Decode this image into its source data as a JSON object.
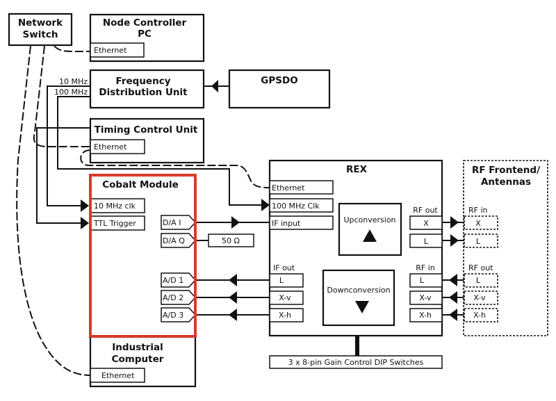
{
  "diagram": {
    "blocks": {
      "network_switch": {
        "title_line1": "Network",
        "title_line2": "Switch"
      },
      "node_controller": {
        "title_line1": "Node Controller",
        "title_line2": "PC",
        "port": "Ethernet"
      },
      "freq_dist": {
        "title_line1": "Frequency",
        "title_line2": "Distribution Unit",
        "out_10": "10 MHz",
        "out_100": "100 MHz"
      },
      "gpsdo": {
        "title": "GPSDO"
      },
      "timing_control": {
        "title": "Timing Control Unit",
        "port": "Ethernet"
      },
      "cobalt": {
        "title": "Cobalt Module",
        "inputs": [
          "10 MHz clk",
          "TTL Trigger"
        ],
        "dac": [
          "D/A I",
          "D/A Q"
        ],
        "adc": [
          "A/D 1",
          "A/D 2",
          "A/D 3"
        ],
        "highlight_color": "#d93a2b"
      },
      "termination": {
        "label": "50 Ω"
      },
      "industrial_computer": {
        "title_line1": "Industrial",
        "title_line2": "Computer",
        "port": "Ethernet"
      },
      "rex": {
        "title": "REX",
        "ports": [
          "Ethernet",
          "100 MHz Clk",
          "IF input"
        ],
        "upconversion": "Upconversion",
        "downconversion": "Downconversion",
        "rf_out_label": "RF out",
        "rf_out": [
          "X",
          "L"
        ],
        "if_out_label": "IF out",
        "if_out": [
          "L",
          "X-v",
          "X-h"
        ],
        "rf_in_label": "RF in",
        "rf_in": [
          "L",
          "X-v",
          "X-h"
        ]
      },
      "dip_switches": {
        "label": "3 x 8-pin Gain Control DIP Switches"
      },
      "rf_frontend": {
        "title_line1": "RF Frontend/",
        "title_line2": "Antennas",
        "rf_in_label": "RF in",
        "rf_in": [
          "X",
          "L"
        ],
        "rf_out_label": "RF out",
        "rf_out": [
          "L",
          "X-v",
          "X-h"
        ]
      }
    }
  }
}
